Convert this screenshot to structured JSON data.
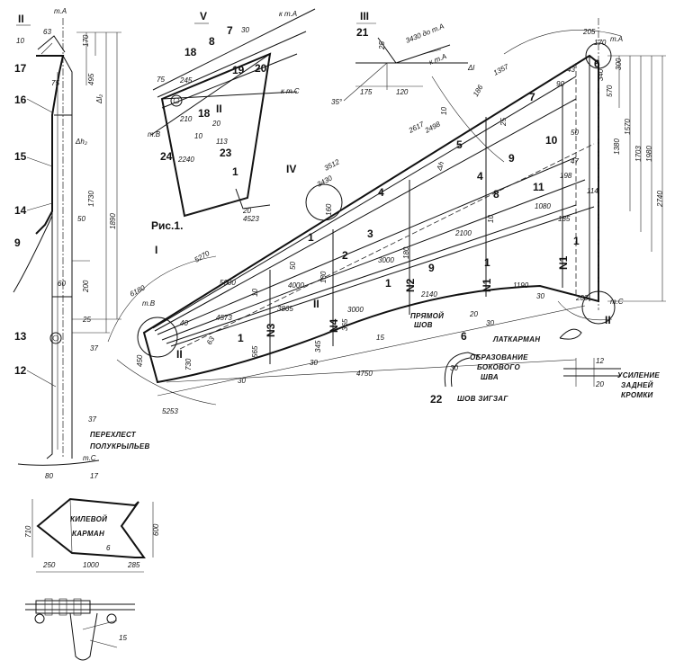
{
  "figure": {
    "caption": "Рис.1.",
    "points": {
      "a": "т.А",
      "b": "т.В",
      "c": "т.С",
      "c_small": "т.С",
      "to_a": "к т.А",
      "to_c": "к т.С"
    },
    "roman": {
      "i": "I",
      "ii": "II",
      "iii": "III",
      "iv": "IV",
      "v": "V"
    },
    "labels": {
      "latkarman": "ЛАТКАРМАН",
      "pryamoy": "ПРЯМОЙ",
      "shov": "ШОВ",
      "obrazovanie": "ОБРАЗОВАНИЕ",
      "bokovogo": "БОКОВОГО",
      "shva": "ШВА",
      "zigzag": "ШОВ ЗИГЗАГ",
      "usilenie": "УСИЛЕНИЕ",
      "zadney": "ЗАДНЕЙ",
      "kromki": "КРОМКИ",
      "perehlest": "ПЕРЕХЛЕСТ",
      "polukryliev": "ПОЛУКРЫЛЬЕВ",
      "kilevoy": "КИЛЕВОЙ",
      "karman": "КАРМАН",
      "delta_l": "Δl",
      "delta_l2": "Δl₂",
      "delta_h2": "Δh₂",
      "delta_h": "Δh",
      "do_a": "до т.А"
    },
    "stations": {
      "n1": "N1",
      "n2": "N2",
      "n3": "N3",
      "n4": "N4"
    },
    "part_numbers": [
      "1",
      "2",
      "3",
      "4",
      "5",
      "6",
      "7",
      "8",
      "9",
      "10",
      "11",
      "12",
      "13",
      "14",
      "15",
      "16",
      "17",
      "18",
      "19",
      "20",
      "21",
      "22",
      "23",
      "24"
    ],
    "dims": {
      "d6180": "6180",
      "d5270": "5270",
      "d5000": "5000",
      "d4000": "4000",
      "d3865": "3865",
      "d3512": "3512",
      "d3430": "3430",
      "d3000": "3000",
      "d2617": "2617",
      "d2498": "2498",
      "d2140": "2140",
      "d2100": "2100",
      "d1357": "1357",
      "d1190": "1190",
      "d1080": "1080",
      "d4573": "4573",
      "d4750": "4750",
      "d5253": "5253",
      "d4523": "4523",
      "d2240": "2240",
      "d2740": "2740",
      "d1980": "1980",
      "d1703": "1703",
      "d1570": "1570",
      "d1380": "1380",
      "d570": "570",
      "d340": "340",
      "d300": "300",
      "d205": "205",
      "d170": "170",
      "d43": "43",
      "d90": "90",
      "d186": "186",
      "d198": "198",
      "d185": "185",
      "d47": "47",
      "d50": "50",
      "d30": "30",
      "d20": "20",
      "d200": "200",
      "d15": "15",
      "d12": "12",
      "d730": "730",
      "d450": "450",
      "d565": "565",
      "d345": "345",
      "d365": "365",
      "d63": "63",
      "d180": "180",
      "d160": "160",
      "d114": "114",
      "d3430a": "3430 до т.А",
      "d175": "175",
      "d120": "120",
      "d35": "35°",
      "d25": "25",
      "d1890": "1890",
      "d1730": "1730",
      "d495": "495",
      "d75": "75",
      "d10": "10",
      "d37": "37",
      "d80": "80",
      "d17": "17",
      "d60": "60",
      "d200b": "200",
      "d245": "245",
      "d210": "210",
      "d710": "710",
      "d600": "600",
      "d250": "250",
      "d1000": "1000",
      "d285": "285",
      "d6": "6",
      "d113": "113",
      "d40": "40"
    }
  }
}
